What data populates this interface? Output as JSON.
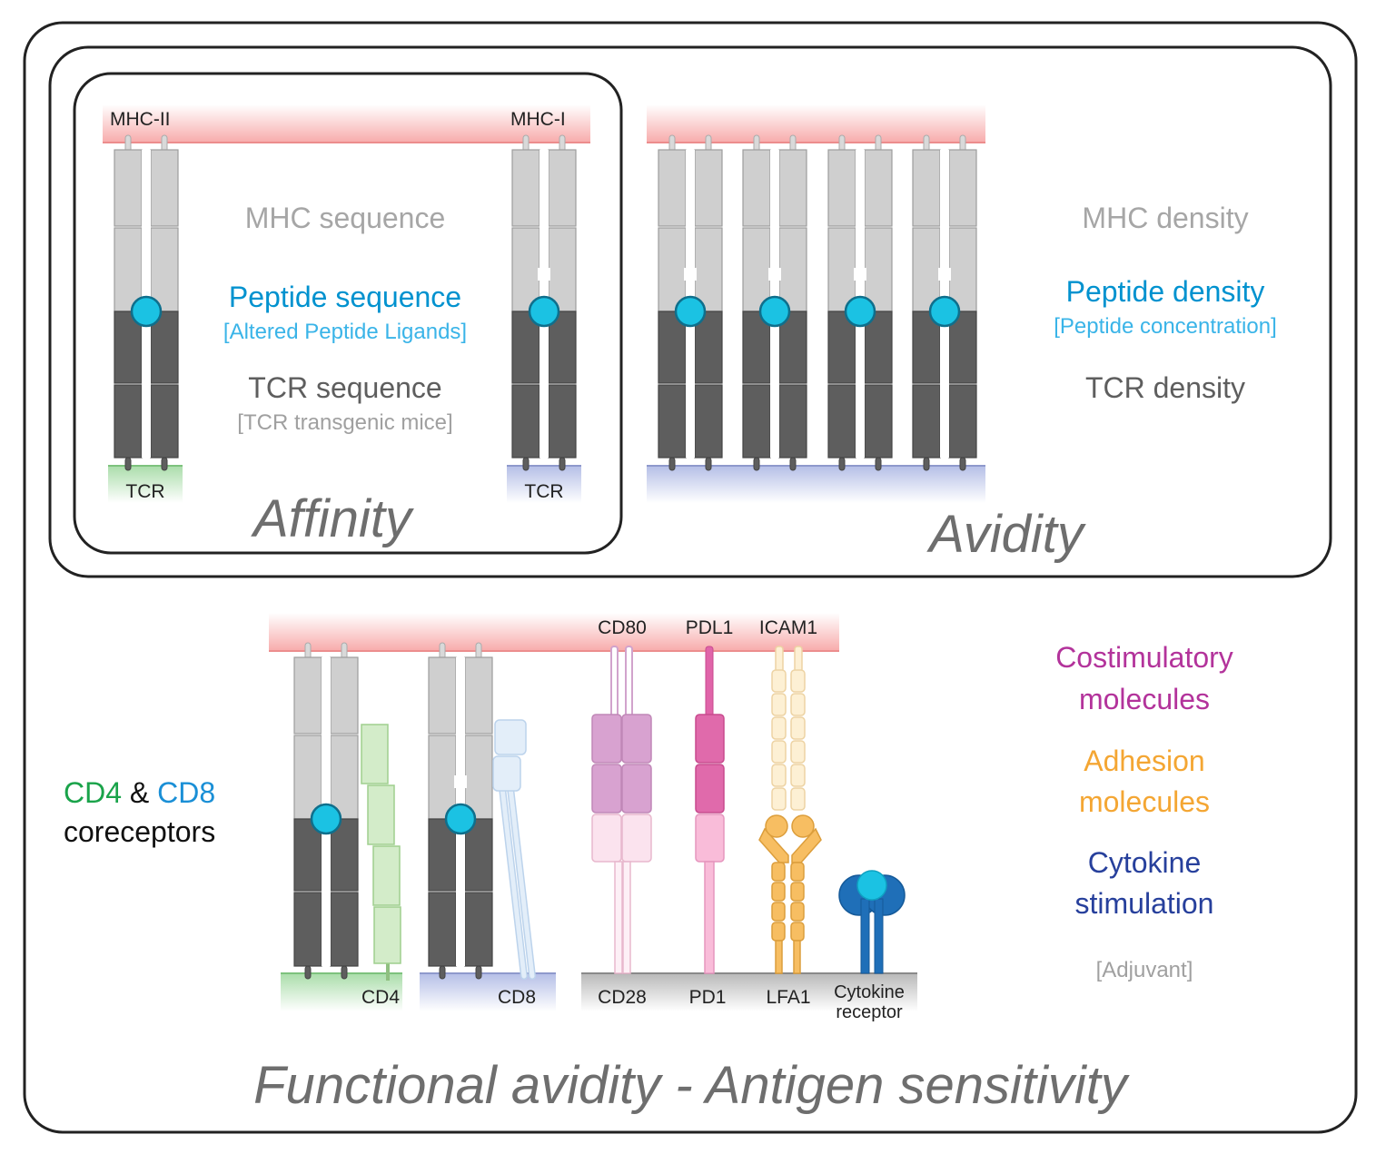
{
  "affinity": {
    "title": "Affinity",
    "mhc_left_label": "MHC-II",
    "mhc_right_label": "MHC-I",
    "tcr_left_label": "TCR",
    "tcr_right_label": "TCR",
    "factors": {
      "mhc": "MHC sequence",
      "peptide": "Peptide sequence",
      "peptide_note": "[Altered Peptide Ligands]",
      "tcr": "TCR sequence",
      "tcr_note": "[TCR transgenic mice]"
    }
  },
  "avidity": {
    "title": "Avidity",
    "factors": {
      "mhc": "MHC density",
      "peptide": "Peptide density",
      "peptide_note": "[Peptide concentration]",
      "tcr": "TCR density"
    }
  },
  "functional": {
    "title": "Functional avidity - Antigen sensitivity",
    "coreceptors": {
      "cd4": "CD4",
      "amp": "&",
      "cd8": "CD8",
      "line2": "coreceptors"
    },
    "top_labels": {
      "cd80": "CD80",
      "pdl1": "PDL1",
      "icam1": "ICAM1"
    },
    "bottom_labels": {
      "cd4": "CD4",
      "cd8": "CD8",
      "cd28": "CD28",
      "pd1": "PD1",
      "lfa1": "LFA1",
      "cytokine_1": "Cytokine",
      "cytokine_2": "receptor"
    },
    "right_labels": {
      "costim_1": "Costimulatory",
      "costim_2": "molecules",
      "adhesion_1": "Adhesion",
      "adhesion_2": "molecules",
      "cytokine_1": "Cytokine",
      "cytokine_2": "stimulation",
      "adjuvant": "[Adjuvant]"
    }
  },
  "colors": {
    "mhc_gray": "#a6a6a6",
    "tcr_gray": "#5e5e5e",
    "peptide_blue": "#0092cf",
    "note_blue": "#3ab4e8",
    "note_gray": "#a0a0a0",
    "cd4_green": "#1aa34a",
    "cd8_blue": "#1a8fd6",
    "costim_magenta": "#b3339b",
    "adhesion_orange": "#f4a633",
    "cytokine_navy": "#27409c",
    "peptide_dot": "#1bc2e3"
  }
}
